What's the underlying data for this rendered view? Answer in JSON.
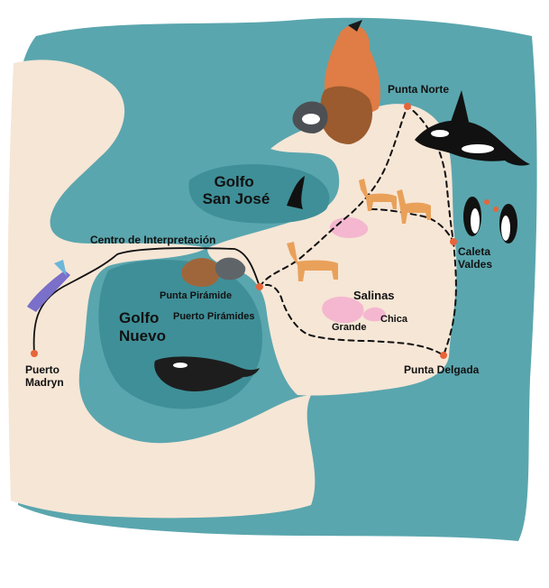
{
  "map": {
    "colors": {
      "sea": "#5aa6ae",
      "sea_dark": "#3f8f98",
      "land": "#f6e6d6",
      "salt": "#f4b7cf",
      "marker": "#e8643a",
      "route": "#111111"
    },
    "gulfs": {
      "san_jose": [
        "Golfo",
        "San José"
      ],
      "nuevo": [
        "Golfo",
        "Nuevo"
      ]
    },
    "places": {
      "punta_norte": "Punta Norte",
      "caleta_valdes": [
        "Caleta",
        "Valdes"
      ],
      "punta_delgada": "Punta Delgada",
      "punta_piramide": "Punta Pirámide",
      "puerto_piramides": "Puerto Pirámides",
      "centro": "Centro de Interpretación",
      "puerto_madryn": [
        "Puerto",
        "Madryn"
      ]
    },
    "salinas": {
      "title": "Salinas",
      "grande": "Grande",
      "chica": "Chica"
    },
    "icons": [
      "sea-lion-icon",
      "sea-lion-pair-icon",
      "orca-icon",
      "penguin-icon",
      "guanaco-icon",
      "right-whale-icon",
      "whale-tail-icon",
      "seaplane-icon"
    ]
  }
}
